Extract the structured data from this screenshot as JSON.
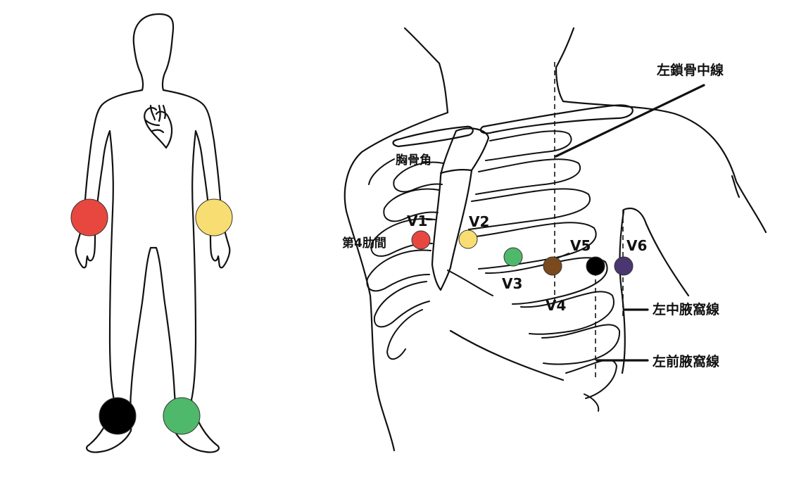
{
  "limb_electrodes": {
    "right_arm": {
      "color": "#e8473f"
    },
    "left_arm": {
      "color": "#f8dd72"
    },
    "right_leg": {
      "color": "#000000"
    },
    "left_leg": {
      "color": "#4fb96b"
    }
  },
  "chest_electrodes": [
    {
      "label": "V1",
      "color": "#e8473f"
    },
    {
      "label": "V2",
      "color": "#f8dd72"
    },
    {
      "label": "V3",
      "color": "#4fb96b"
    },
    {
      "label": "V4",
      "color": "#7a4a1e"
    },
    {
      "label": "V5",
      "color": "#000000"
    },
    {
      "label": "V6",
      "color": "#4a3670"
    }
  ],
  "annotations": {
    "sternal_angle": "胸骨角",
    "fourth_intercostal": "第4肋間",
    "left_midclavicular_line": "左鎖骨中線",
    "left_midaxillary_line": "左中腋窩線",
    "left_anterior_axillary_line": "左前腋窩線"
  }
}
